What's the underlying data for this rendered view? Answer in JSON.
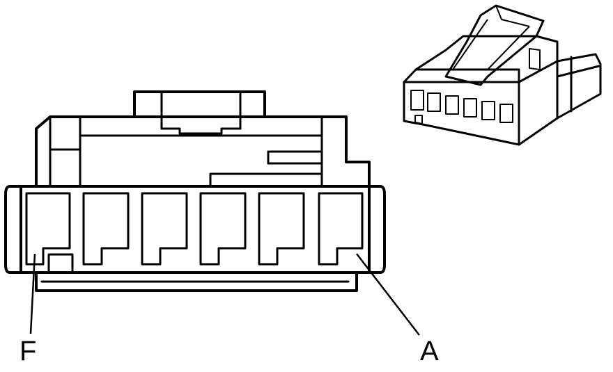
{
  "labels": {
    "left_pin": "F",
    "right_pin": "A"
  },
  "connector": {
    "cavity_count": 6
  },
  "colors": {
    "line": "#000000",
    "background": "#ffffff"
  }
}
